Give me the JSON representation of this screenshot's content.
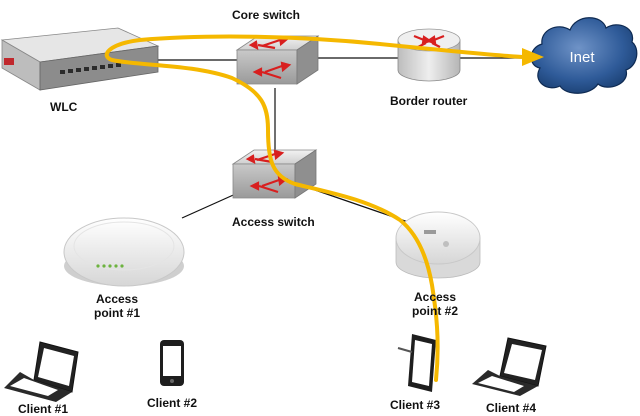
{
  "colors": {
    "flow_path": "#f5b800",
    "link_line": "#111111",
    "switch_body": "#d9d9d9",
    "arrow_red": "#d81f1f",
    "cloud_blue": "#1f4d8c",
    "wlc_accent": "#c0282d"
  },
  "nodes": {
    "wlc": {
      "label": "WLC",
      "icon": "wireless-lan-controller-icon"
    },
    "core_switch": {
      "label": "Core switch",
      "icon": "switch-icon"
    },
    "border_router": {
      "label": "Border router",
      "icon": "router-icon"
    },
    "internet": {
      "label": "Inet",
      "icon": "cloud-icon"
    },
    "access_switch": {
      "label": "Access switch",
      "icon": "switch-icon"
    },
    "ap1": {
      "label_line1": "Access",
      "label_line2": "point #1",
      "icon": "access-point-icon"
    },
    "ap2": {
      "label_line1": "Access",
      "label_line2": "point #2",
      "icon": "access-point-icon"
    },
    "client1": {
      "label": "Client #1",
      "icon": "laptop-icon"
    },
    "client2": {
      "label": "Client #2",
      "icon": "phone-icon"
    },
    "client3": {
      "label": "Client #3",
      "icon": "tablet-icon"
    },
    "client4": {
      "label": "Client #4",
      "icon": "laptop-icon"
    }
  }
}
